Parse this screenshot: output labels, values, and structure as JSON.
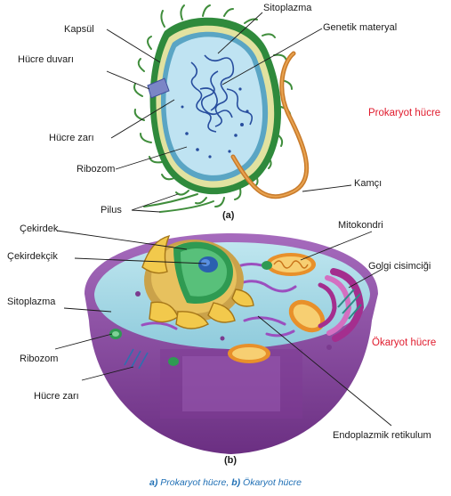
{
  "colors": {
    "prokaryote_label": "#e01b2d",
    "eukaryote_label": "#e01b2d",
    "caption": "#1f6fb5",
    "capsule": "#1f8a3b",
    "cytoplasm": "#b6ddf0",
    "membrane_euk": "#8a4a9e",
    "flagellum": "#c87a2a"
  },
  "figure_a": {
    "letter": "(a)",
    "title": "Prokaryot hücre",
    "labels": {
      "sitoplazma": "Sitoplazma",
      "kapsul": "Kapsül",
      "genetik_materyal": "Genetik materyal",
      "hucre_duvari": "Hücre duvarı",
      "hucre_zari": "Hücre zarı",
      "ribozom": "Ribozom",
      "pilus": "Pilus",
      "kamci": "Kamçı"
    }
  },
  "figure_b": {
    "letter": "(b)",
    "title": "Ökaryot hücre",
    "labels": {
      "cekirdek": "Çekirdek",
      "cekirdekcik": "Çekirdekçik",
      "mitokondri": "Mitokondri",
      "golgi": "Golgi cisimciği",
      "sitoplazma": "Sitoplazma",
      "ribozom": "Ribozom",
      "hucre_zari": "Hücre zarı",
      "endoplazmik_retikulum": "Endoplazmik retikulum"
    }
  },
  "caption": {
    "a_letter": "a)",
    "a_text": " Prokaryot hücre,",
    "b_letter": "b)",
    "b_text": " Ökaryot hücre"
  }
}
